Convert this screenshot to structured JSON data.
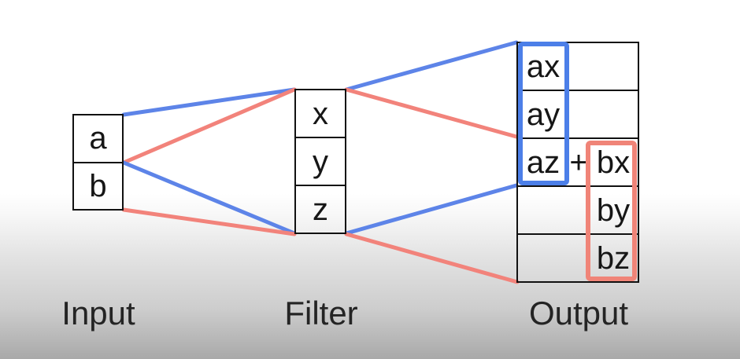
{
  "colors": {
    "a_line": "#5d84e8",
    "b_line": "#f2837b",
    "a_box": "#4c7fe8",
    "b_box": "#f08478"
  },
  "input": {
    "label": "Input",
    "cells": [
      "a",
      "b"
    ]
  },
  "filter": {
    "label": "Filter",
    "cells": [
      "x",
      "y",
      "z"
    ]
  },
  "output": {
    "label": "Output",
    "rows": [
      {
        "left": "ax",
        "op": "",
        "right": ""
      },
      {
        "left": "ay",
        "op": "",
        "right": ""
      },
      {
        "left": "az",
        "op": "+",
        "right": "bx"
      },
      {
        "left": "",
        "op": "",
        "right": "by"
      },
      {
        "left": "",
        "op": "",
        "right": "bz"
      }
    ]
  }
}
